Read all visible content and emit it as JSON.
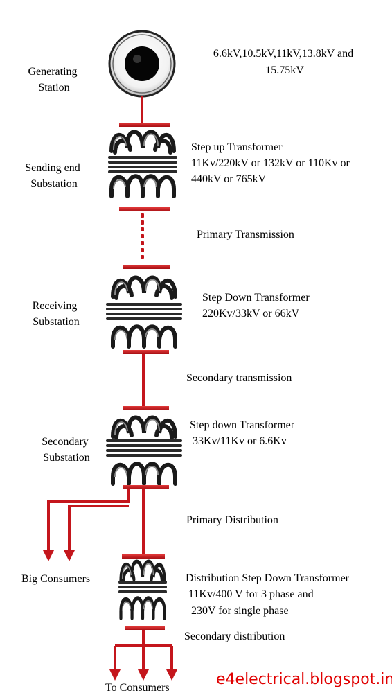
{
  "labels": {
    "generating_station": [
      "Generating",
      "Station"
    ],
    "generation_voltage": [
      "6.6kV,10.5kV,11kV,13.8kV and",
      "15.75kV"
    ],
    "sending_end_substation": [
      "Sending end",
      "Substation"
    ],
    "step_up_transformer": [
      "Step up Transformer",
      "11Kv/220kV or 132kV or 110Kv or",
      "440kV or 765kV"
    ],
    "primary_transmission": "Primary Transmission",
    "receiving_substation": [
      "Receiving",
      "Substation"
    ],
    "step_down_transformer_1": [
      "Step Down Transformer",
      "220Kv/33kV or 66kV"
    ],
    "secondary_transmission": "Secondary transmission",
    "secondary_substation": [
      "Secondary",
      "Substation"
    ],
    "step_down_transformer_2": [
      "Step down Transformer",
      " 33Kv/11Kv or 6.6Kv"
    ],
    "primary_distribution": "Primary Distribution",
    "big_consumers": "Big Consumers",
    "distribution_transformer": [
      "Distribution Step Down Transformer",
      " 11Kv/400 V for 3 phase and",
      " 230V for single phase"
    ],
    "secondary_distribution": "Secondary distribution",
    "to_consumers": "To Consumers"
  },
  "watermark": "e4electrical.blogspot.in",
  "colors": {
    "line": "#c4161c",
    "watermark": "#e00000",
    "coil": "#1a1a1a"
  }
}
